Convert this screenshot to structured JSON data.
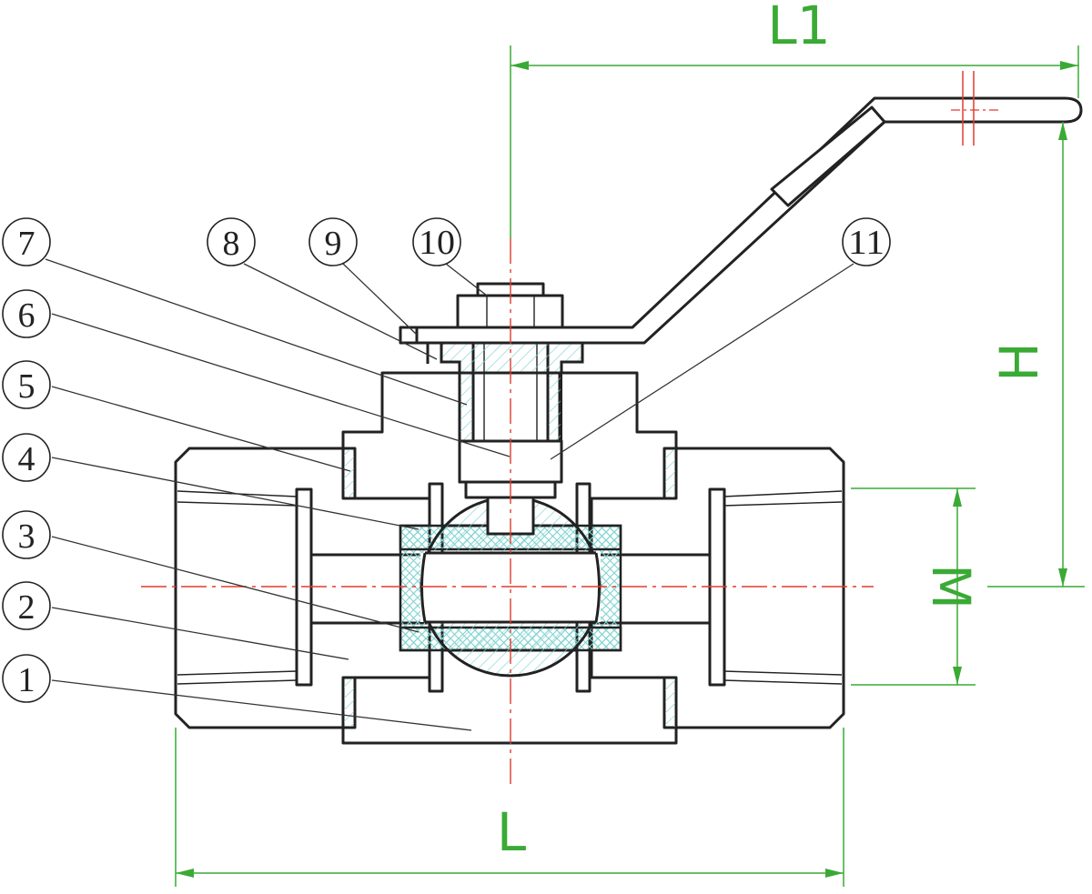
{
  "dimensions": {
    "L": "L",
    "L1": "L1",
    "H": "H",
    "M": "M"
  },
  "callouts": [
    "1",
    "2",
    "3",
    "4",
    "5",
    "6",
    "7",
    "8",
    "9",
    "10",
    "11"
  ],
  "colors": {
    "outline": "#222222",
    "dimension": "#3aaa35",
    "centerline": "#e23b2e",
    "hatch": "#7fd3d0"
  }
}
